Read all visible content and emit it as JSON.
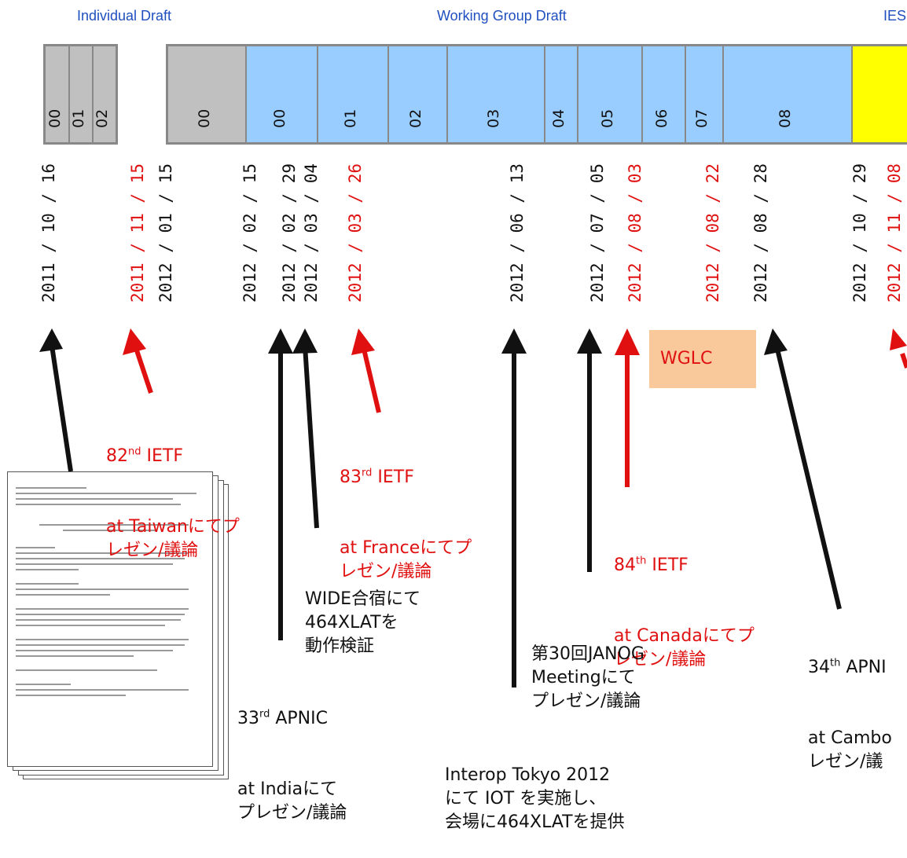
{
  "headers": {
    "individual": "Individual Draft",
    "wg": "Working Group Draft",
    "iesg": "IES"
  },
  "versions": {
    "ind": [
      "00",
      "01",
      "02"
    ],
    "wg": [
      "00",
      "00",
      "01",
      "02",
      "03",
      "04",
      "05",
      "06",
      "07",
      "08"
    ]
  },
  "dates": [
    {
      "text": "2011 / 10 / 16",
      "color": "black"
    },
    {
      "text": "2011 / 11 / 15",
      "color": "red"
    },
    {
      "text": "2012 / 01 / 15",
      "color": "black"
    },
    {
      "text": "2012 / 02 / 15",
      "color": "black"
    },
    {
      "text": "2012 / 02 / 29",
      "color": "black"
    },
    {
      "text": "2012 / 03 / 04",
      "color": "black"
    },
    {
      "text": "2012 / 03 / 26",
      "color": "red"
    },
    {
      "text": "2012 / 06 / 13",
      "color": "black"
    },
    {
      "text": "2012 / 07 / 05",
      "color": "black"
    },
    {
      "text": "2012 / 08 / 03",
      "color": "red"
    },
    {
      "text": "2012 / 08 / 22",
      "color": "red"
    },
    {
      "text": "2012 / 08 / 28",
      "color": "black"
    },
    {
      "text": "2012 / 10 / 29",
      "color": "black"
    },
    {
      "text": "2012 / 11 / 08",
      "color": "red"
    }
  ],
  "wglc": "WGLC",
  "notes": {
    "ietf82": {
      "num": "82",
      "sup": "nd",
      "rest": " IETF",
      "l2": "at Taiwanにてプ",
      "l3": "レゼン/議論"
    },
    "ietf83": {
      "num": "83",
      "sup": "rd",
      "rest": " IETF",
      "l2": "at Franceにてプ",
      "l3": "レゼン/議論"
    },
    "ietf84": {
      "num": "84",
      "sup": "th",
      "rest": " IETF",
      "l2": "at Canadaにてプ",
      "l3": "レゼン/議論"
    },
    "wide": {
      "l1": "WIDE合宿にて",
      "l2": "464XLATを",
      "l3": "動作検証"
    },
    "apnic33": {
      "num": "33",
      "sup": "rd",
      "rest": " APNIC",
      "l2": "at Indiaにて",
      "l3": "プレゼン/議論"
    },
    "janog": {
      "l1": "第30回JANOG",
      "l2": "Meetingにて",
      "l3": "プレゼン/議論"
    },
    "interop": {
      "l1": "Interop Tokyo 2012",
      "l2": "にて IOT を実施し、",
      "l3": "会場に464XLATを提供"
    },
    "apnic34": {
      "num": "34",
      "sup": "th",
      "rest": " APNI",
      "l2": "at Cambo",
      "l3": "レゼン/議"
    }
  }
}
